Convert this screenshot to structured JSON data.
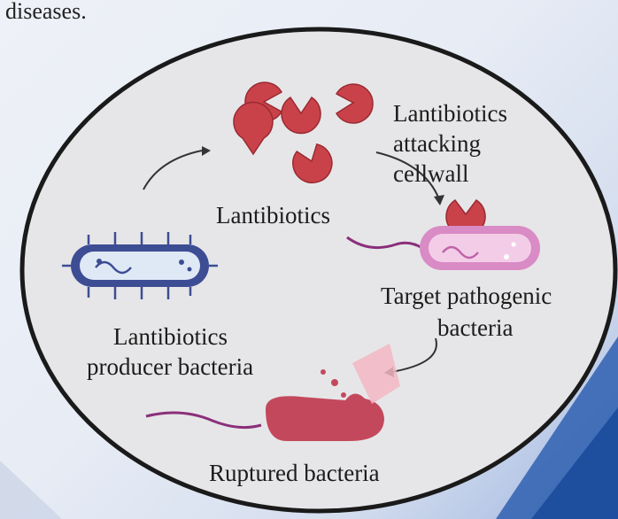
{
  "header": {
    "text": "diseases."
  },
  "labels": {
    "lantibiotics": "Lantibiotics",
    "attacking_line1": "Lantibiotics",
    "attacking_line2": "attacking",
    "attacking_line3": "cellwall",
    "producer_line1": "Lantibiotics",
    "producer_line2": "producer bacteria",
    "target_line1": "Target pathogenic",
    "target_line2": "bacteria",
    "ruptured": "Ruptured bacteria"
  },
  "colors": {
    "circle_fill": "#e6e6e8",
    "circle_stroke": "#1a1a1a",
    "pacman": "#c9424a",
    "producer_body": "#3d4d94",
    "producer_inner": "#dfe8f5",
    "target_body": "#d98bc5",
    "target_inner": "#f3cde8",
    "ruptured_body": "#c4485c",
    "flagellum": "#8a2f7a",
    "arrow": "#333333"
  },
  "icons": [
    "pacman-lantibiotic-icon",
    "rod-bacterium-icon",
    "curved-arrow-icon"
  ]
}
